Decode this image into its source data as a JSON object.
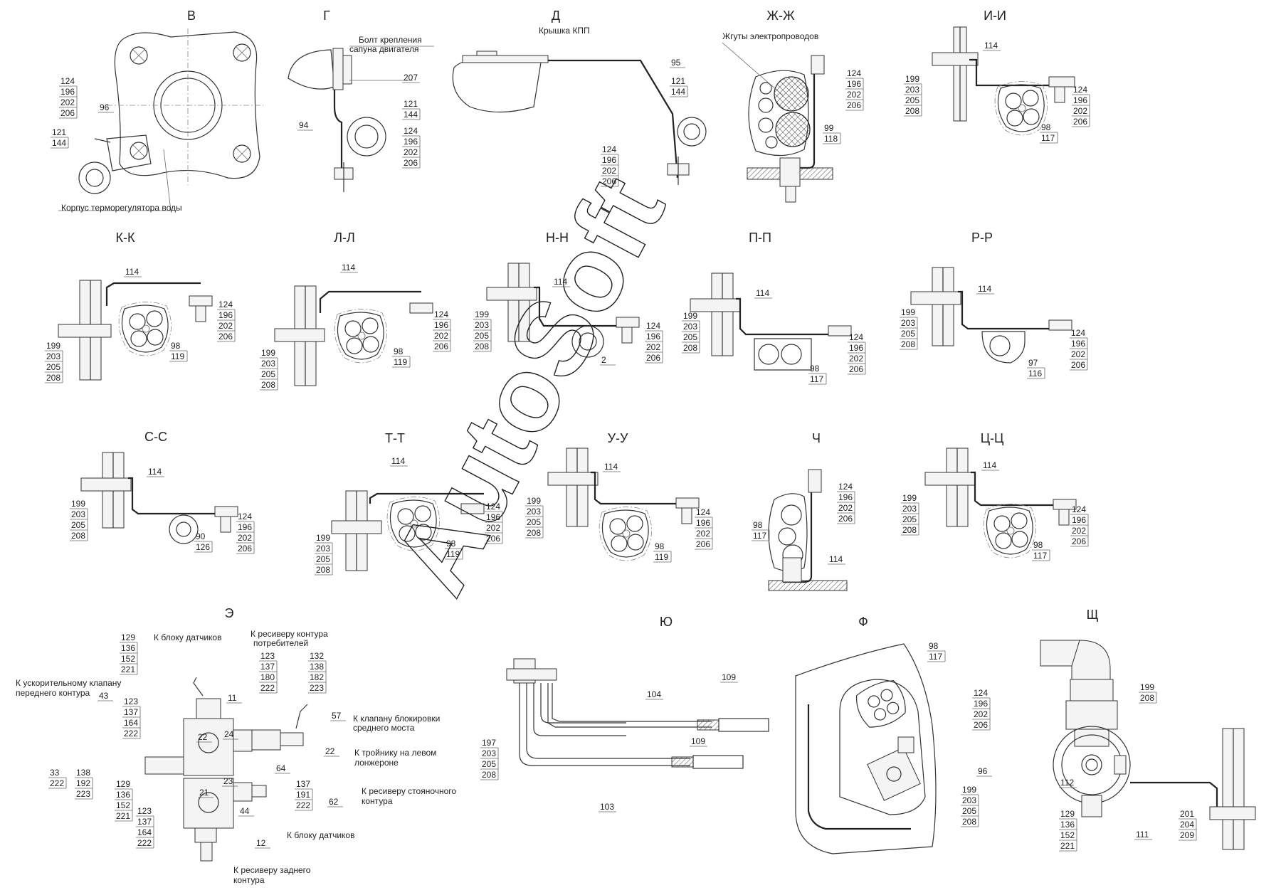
{
  "watermark": "AutoSoft",
  "views": [
    {
      "id": "v",
      "title": "В",
      "callouts": [
        [
          "124",
          "196",
          "202",
          "206"
        ],
        [
          "96"
        ],
        [
          "121",
          "144"
        ]
      ],
      "notes": [
        "Корпус терморегулятора воды"
      ]
    },
    {
      "id": "g",
      "title": "Г",
      "callouts": [
        [
          "207"
        ],
        [
          "94"
        ],
        [
          "121",
          "144"
        ],
        [
          "124",
          "196",
          "202",
          "206"
        ]
      ],
      "notes": [
        "Болт крепления",
        "сапуна двигателя"
      ]
    },
    {
      "id": "d",
      "title": "Д",
      "callouts": [
        [
          "95"
        ],
        [
          "121",
          "144"
        ],
        [
          "124",
          "196",
          "202",
          "206"
        ]
      ],
      "notes": [
        "Крышка КПП"
      ]
    },
    {
      "id": "zh",
      "title": "Ж-Ж",
      "callouts": [
        [
          "124",
          "196",
          "202",
          "206"
        ],
        [
          "99",
          "118"
        ]
      ],
      "notes": [
        "Жгуты электропроводов"
      ]
    },
    {
      "id": "i",
      "title": "И-И",
      "callouts": [
        [
          "114"
        ],
        [
          "199",
          "203",
          "205",
          "208"
        ],
        [
          "124",
          "196",
          "202",
          "206"
        ],
        [
          "98",
          "117"
        ]
      ],
      "notes": []
    },
    {
      "id": "k",
      "title": "К-К",
      "callouts": [
        [
          "114"
        ],
        [
          "124",
          "196",
          "202",
          "206"
        ],
        [
          "199",
          "203",
          "205",
          "208"
        ],
        [
          "98",
          "119"
        ]
      ],
      "notes": []
    },
    {
      "id": "l",
      "title": "Л-Л",
      "callouts": [
        [
          "114"
        ],
        [
          "124",
          "196",
          "202",
          "206"
        ],
        [
          "199",
          "203",
          "205",
          "208"
        ],
        [
          "98",
          "119"
        ]
      ],
      "notes": []
    },
    {
      "id": "n",
      "title": "Н-Н",
      "callouts": [
        [
          "114"
        ],
        [
          "199",
          "203",
          "205",
          "208"
        ],
        [
          "124",
          "196",
          "202",
          "206"
        ],
        [
          "2"
        ]
      ],
      "notes": []
    },
    {
      "id": "p",
      "title": "П-П",
      "callouts": [
        [
          "114"
        ],
        [
          "199",
          "203",
          "205",
          "208"
        ],
        [
          "124",
          "196",
          "202",
          "206"
        ],
        [
          "98",
          "117"
        ]
      ],
      "notes": []
    },
    {
      "id": "r",
      "title": "Р-Р",
      "callouts": [
        [
          "114"
        ],
        [
          "199",
          "203",
          "205",
          "208"
        ],
        [
          "124",
          "196",
          "202",
          "206"
        ],
        [
          "97",
          "116"
        ]
      ],
      "notes": []
    },
    {
      "id": "s",
      "title": "С-С",
      "callouts": [
        [
          "114"
        ],
        [
          "199",
          "203",
          "205",
          "208"
        ],
        [
          "124",
          "196",
          "202",
          "206"
        ],
        [
          "90",
          "126"
        ]
      ],
      "notes": []
    },
    {
      "id": "t",
      "title": "Т-Т",
      "callouts": [
        [
          "114"
        ],
        [
          "124",
          "196",
          "202",
          "206"
        ],
        [
          "199",
          "203",
          "205",
          "208"
        ],
        [
          "98",
          "119"
        ]
      ],
      "notes": []
    },
    {
      "id": "u",
      "title": "У-У",
      "callouts": [
        [
          "114"
        ],
        [
          "199",
          "203",
          "205",
          "208"
        ],
        [
          "124",
          "196",
          "202",
          "206"
        ],
        [
          "98",
          "119"
        ]
      ],
      "notes": []
    },
    {
      "id": "ch",
      "title": "Ч",
      "callouts": [
        [
          "124",
          "196",
          "202",
          "206"
        ],
        [
          "98",
          "117"
        ],
        [
          "114"
        ]
      ],
      "notes": []
    },
    {
      "id": "ts",
      "title": "Ц-Ц",
      "callouts": [
        [
          "114"
        ],
        [
          "199",
          "203",
          "205",
          "208"
        ],
        [
          "124",
          "196",
          "202",
          "206"
        ],
        [
          "98",
          "117"
        ]
      ],
      "notes": []
    },
    {
      "id": "e",
      "title": "Э",
      "callouts": [
        [
          "129",
          "136",
          "152",
          "221"
        ],
        [
          "11"
        ],
        [
          "43"
        ],
        [
          "123",
          "137",
          "164",
          "222"
        ],
        [
          "123",
          "137",
          "180",
          "222"
        ],
        [
          "132",
          "138",
          "182",
          "223"
        ],
        [
          "57"
        ],
        [
          "22"
        ],
        [
          "64"
        ],
        [
          "24"
        ],
        [
          "22"
        ],
        [
          "21"
        ],
        [
          "23"
        ],
        [
          "33",
          "222"
        ],
        [
          "138",
          "192",
          "223"
        ],
        [
          "129",
          "136",
          "152",
          "221"
        ],
        [
          "123",
          "137",
          "164",
          "222"
        ],
        [
          "44"
        ],
        [
          "12"
        ],
        [
          "137",
          "191",
          "222"
        ],
        [
          "62"
        ]
      ],
      "notes": [
        "К блоку датчиков",
        "К ускорительному клапану",
        "переднего контура",
        "К ресиверу контура",
        "потребителей",
        "К клапану блокировки",
        "среднего моста",
        "К тройнику на левом",
        "лонжероне",
        "К ресиверу стояночного",
        "контура",
        "К блоку датчиков",
        "К ресиверу заднего",
        "контура"
      ]
    },
    {
      "id": "yu",
      "title": "Ю",
      "callouts": [
        [
          "109"
        ],
        [
          "104"
        ],
        [
          "109"
        ],
        [
          "197",
          "203",
          "205",
          "208"
        ],
        [
          "103"
        ]
      ],
      "notes": []
    },
    {
      "id": "f",
      "title": "Ф",
      "callouts": [
        [
          "98",
          "117"
        ],
        [
          "124",
          "196",
          "202",
          "206"
        ],
        [
          "96"
        ],
        [
          "199",
          "203",
          "205",
          "208"
        ]
      ],
      "notes": []
    },
    {
      "id": "shch",
      "title": "Щ",
      "callouts": [
        [
          "199",
          "208"
        ],
        [
          "112"
        ],
        [
          "129",
          "136",
          "152",
          "221"
        ],
        [
          "111"
        ],
        [
          "201",
          "204",
          "209"
        ]
      ],
      "notes": []
    }
  ]
}
